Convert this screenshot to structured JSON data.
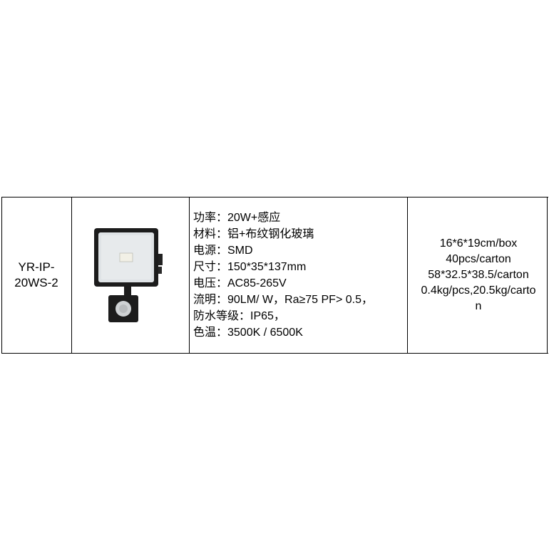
{
  "product": {
    "model_lines": [
      "YR-IP-",
      "20WS-2"
    ],
    "specs": [
      "功率：20W+感应",
      "材料：铝+布纹钢化玻璃",
      "电源：SMD",
      "尺寸：150*35*137mm",
      "电压：AC85-265V",
      "流明：90LM/ W，Ra≥75 PF> 0.5，",
      "防水等级：IP65，",
      "色温：3500K / 6500K"
    ],
    "packing_lines": [
      "16*6*19cm/box",
      "40pcs/carton",
      "58*32.5*38.5/carton",
      "0.4kg/pcs,20.5kg/carto",
      "n"
    ],
    "image_icon": "floodlight-with-pir-sensor-icon",
    "colors": {
      "housing": "#1c1c1c",
      "lens": "#dfe3e6",
      "led_chip": "#f2f0e6"
    }
  }
}
